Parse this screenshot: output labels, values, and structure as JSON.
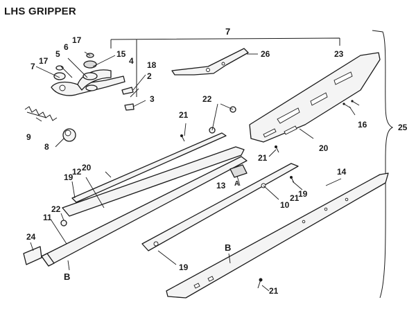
{
  "title": "LHS GRIPPER",
  "callouts": {
    "c1": "7",
    "c2": "17",
    "c3": "6",
    "c4": "5",
    "c5": "15",
    "c6": "26",
    "c7": "23",
    "c8": "7",
    "c9": "17",
    "c10": "4",
    "c11": "18",
    "c12": "2",
    "c13": "3",
    "c14": "9",
    "c15": "8",
    "c16": "21",
    "c17": "22",
    "c18": "16",
    "c19": "25",
    "c20": "20",
    "c21": "21",
    "c22": "20",
    "c23": "19",
    "c24": "12",
    "c25": "13",
    "c26": "A",
    "c27": "19",
    "c28": "21",
    "c29": "10",
    "c30": "14",
    "c31": "22",
    "c32": "11",
    "c33": "24",
    "c34": "B",
    "c35": "19",
    "c36": "B",
    "c37": "21"
  }
}
